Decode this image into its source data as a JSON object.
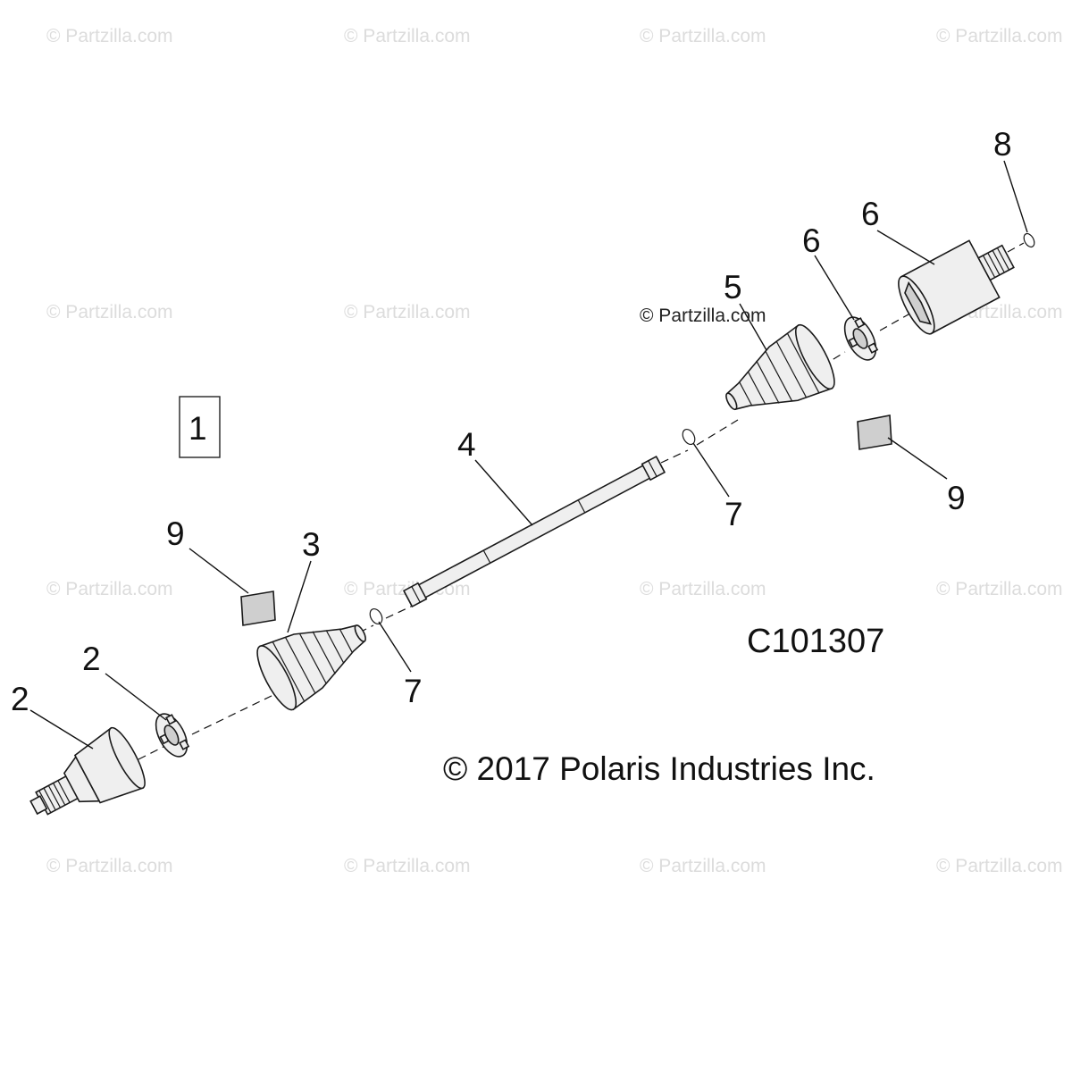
{
  "watermark": {
    "text": "© Partzilla.com",
    "main_text": "© Partzilla.com"
  },
  "diagram": {
    "code": "C101307",
    "copyright": "© 2017 Polaris Industries Inc.",
    "kit_label": "1",
    "callouts": {
      "c2a": "2",
      "c2b": "2",
      "c3": "3",
      "c4": "4",
      "c5": "5",
      "c6a": "6",
      "c6b": "6",
      "c7a": "7",
      "c7b": "7",
      "c8": "8",
      "c9a": "9",
      "c9b": "9"
    }
  }
}
